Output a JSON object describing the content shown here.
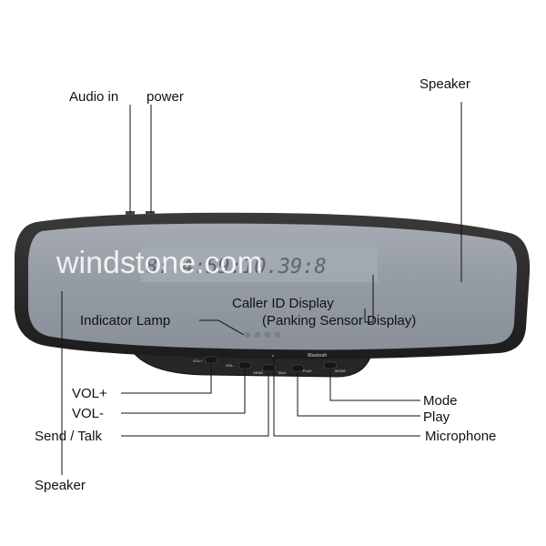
{
  "watermark": "windstone.com",
  "display_text": "8:.4:59:10.39:8",
  "branding": "Bluetooth",
  "labels": {
    "audio_in": "Audio in",
    "power": "power",
    "speaker_right": "Speaker",
    "caller_id_line1": "Caller ID Display",
    "caller_id_line2": "(Panking Sensor Display)",
    "indicator_lamp": "Indicator Lamp",
    "vol_plus": "VOL+",
    "vol_minus": "VOL-",
    "send_talk": "Send / Talk",
    "speaker_left": "Speaker",
    "mode": "Mode",
    "play": "Play",
    "microphone": "Microphone"
  },
  "buttons": {
    "vol_plus": "VOL+",
    "vol_minus": "VOL-",
    "send": "SEND",
    "talk": "TALK",
    "play": "PLAY",
    "mode": "MODE"
  },
  "colors": {
    "body": "#2a2a2a",
    "mirror": "#9aa0a8",
    "leader": "#111111"
  }
}
